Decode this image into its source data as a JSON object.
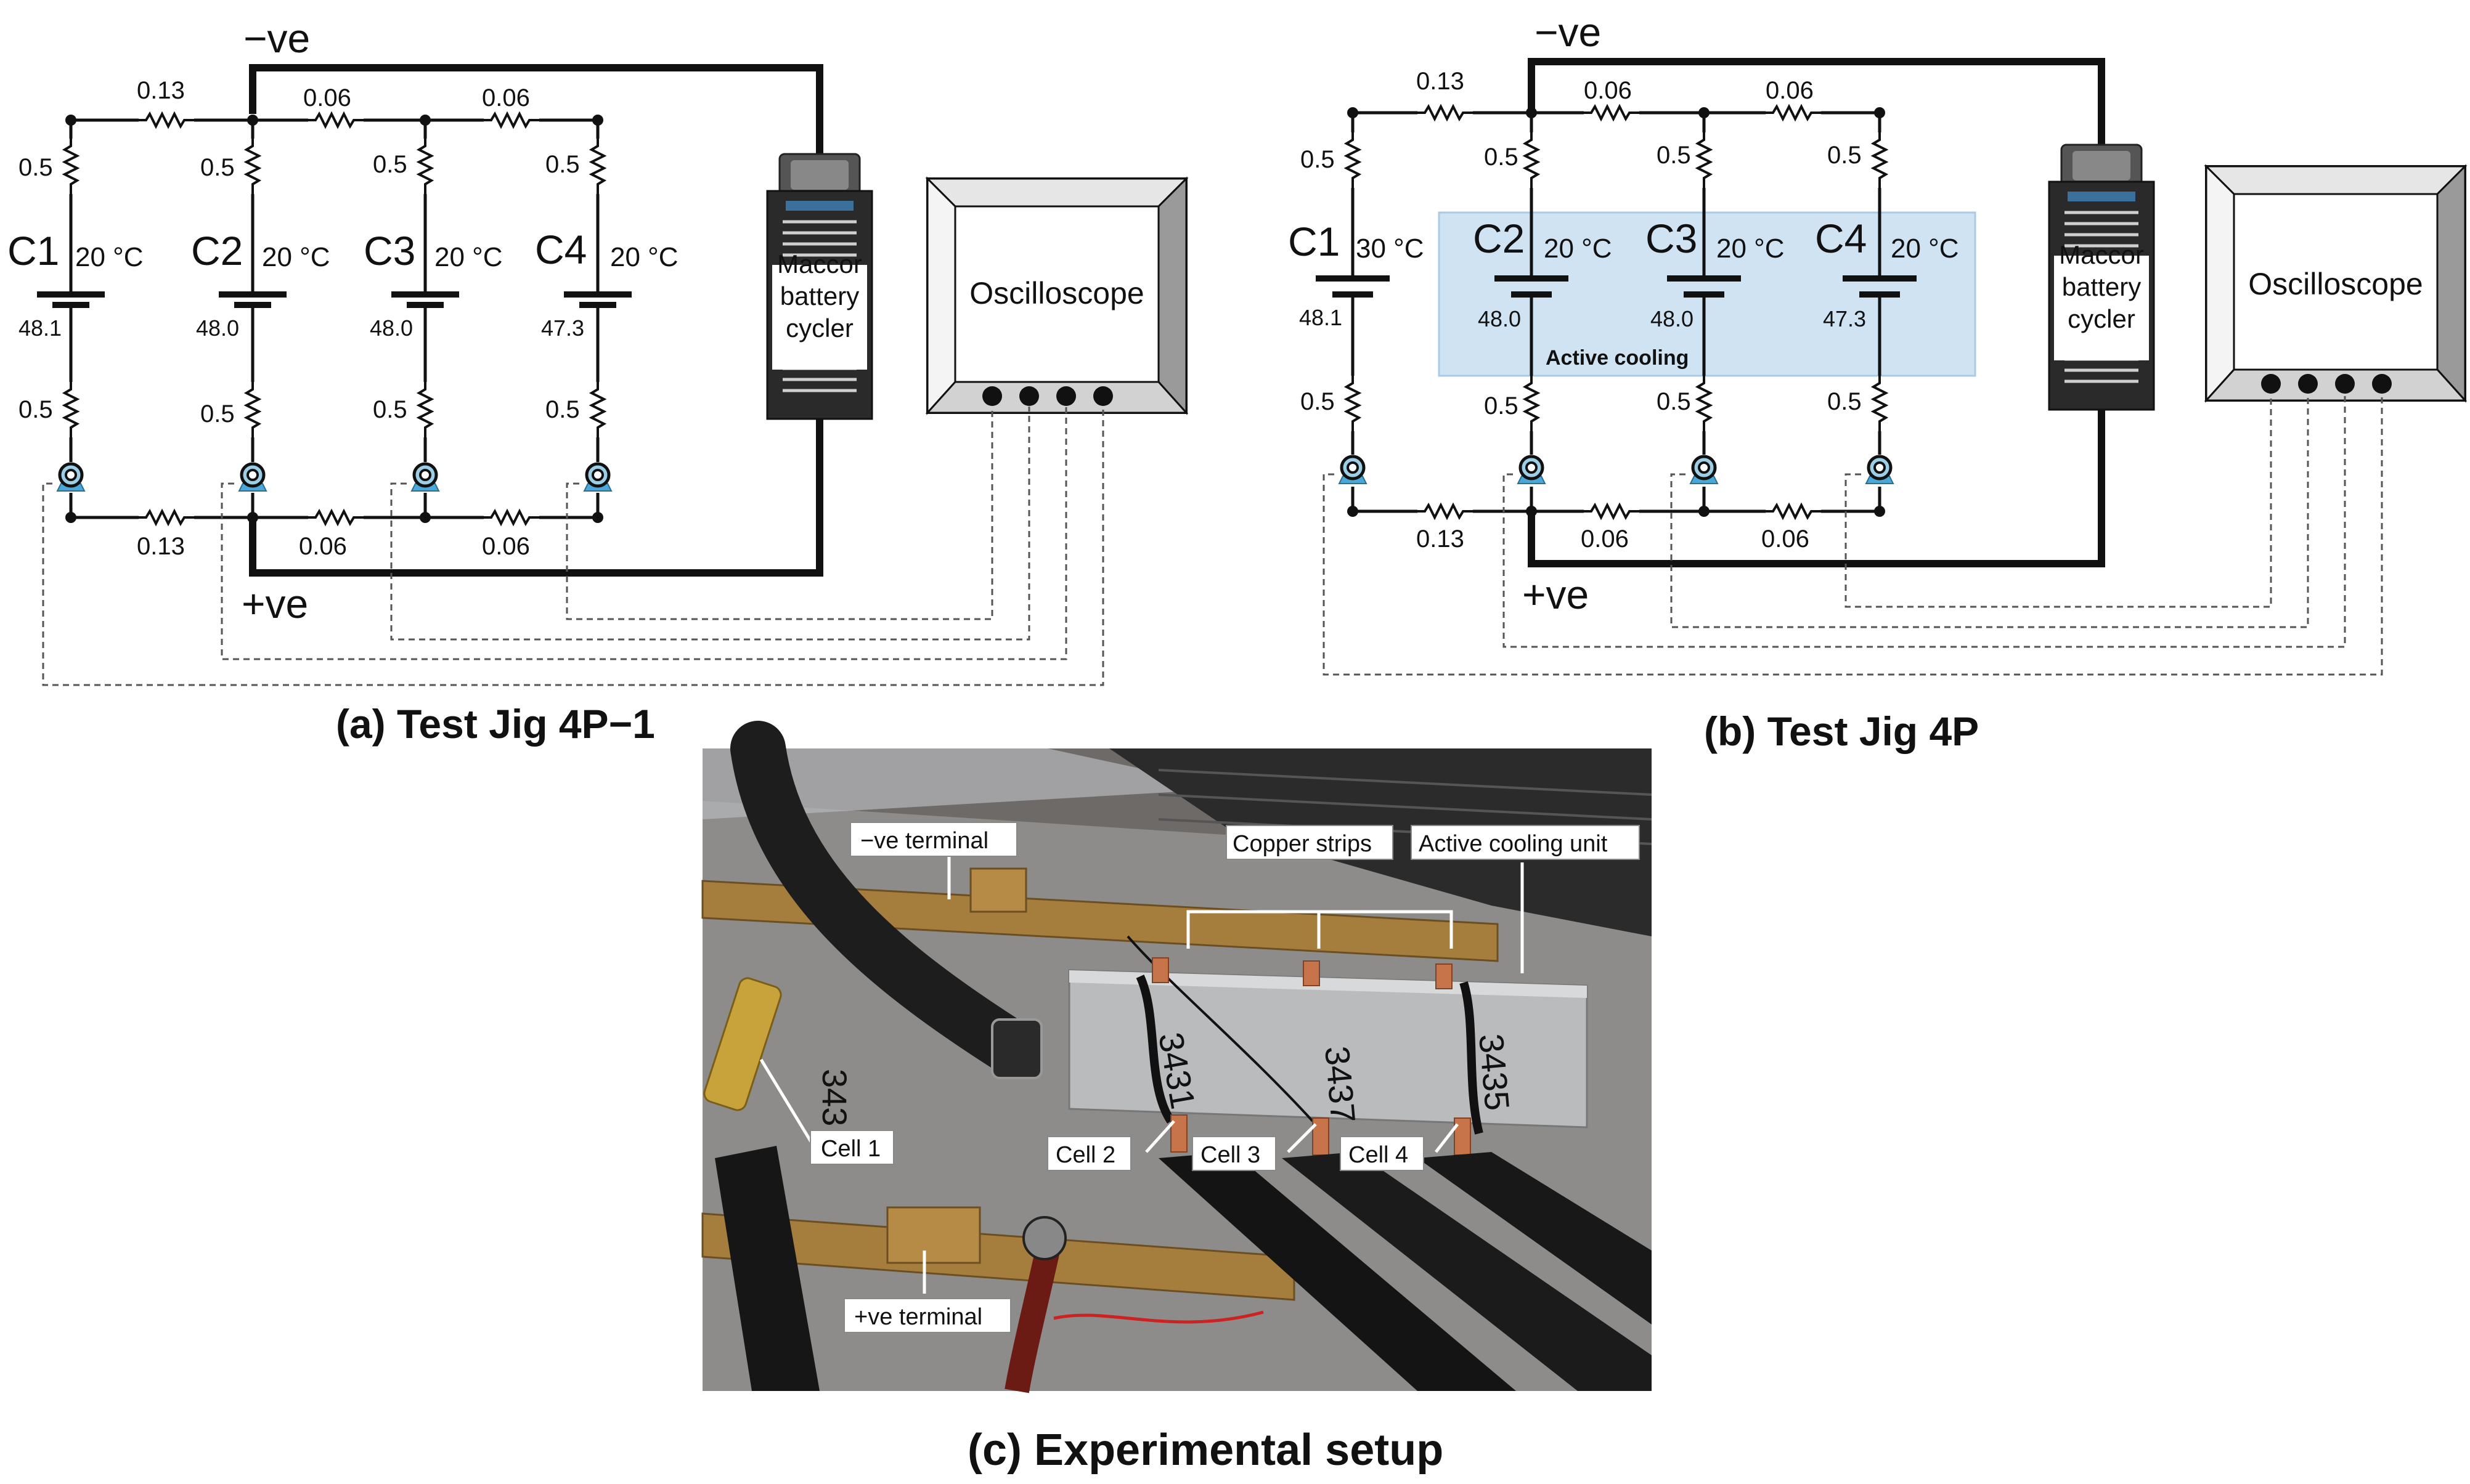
{
  "panel_a": {
    "caption": "(a) Test Jig 4P−1",
    "negative_label": "−ve",
    "positive_label": "+ve",
    "cells": [
      {
        "name": "C1",
        "temp": "20 °C",
        "value": "48.1"
      },
      {
        "name": "C2",
        "temp": "20 °C",
        "value": "48.0"
      },
      {
        "name": "C3",
        "temp": "20 °C",
        "value": "48.0"
      },
      {
        "name": "C4",
        "temp": "20 °C",
        "value": "47.3"
      }
    ],
    "branch_resistance": "0.5",
    "top_resistors": [
      "0.13",
      "0.06",
      "0.06"
    ],
    "bottom_resistors": [
      "0.13",
      "0.06",
      "0.06"
    ],
    "cycler_label": [
      "Maccor",
      "battery",
      "cycler"
    ],
    "oscilloscope_label": "Oscilloscope"
  },
  "panel_b": {
    "caption": "(b) Test Jig 4P",
    "negative_label": "−ve",
    "positive_label": "+ve",
    "cells": [
      {
        "name": "C1",
        "temp": "30 °C",
        "value": "48.1"
      },
      {
        "name": "C2",
        "temp": "20 °C",
        "value": "48.0"
      },
      {
        "name": "C3",
        "temp": "20 °C",
        "value": "48.0"
      },
      {
        "name": "C4",
        "temp": "20 °C",
        "value": "47.3"
      }
    ],
    "branch_resistance": "0.5",
    "top_resistors": [
      "0.13",
      "0.06",
      "0.06"
    ],
    "bottom_resistors": [
      "0.13",
      "0.06",
      "0.06"
    ],
    "active_cooling_label": "Active cooling",
    "cycler_label": [
      "Maccor",
      "battery",
      "cycler"
    ],
    "oscilloscope_label": "Oscilloscope"
  },
  "panel_c": {
    "caption": "(c) Experimental setup",
    "callouts": {
      "neg_terminal": "−ve terminal",
      "copper_strips": "Copper strips",
      "cooling_unit": "Active cooling unit",
      "cell1": "Cell 1",
      "cell2": "Cell 2",
      "cell3": "Cell 3",
      "cell4": "Cell 4",
      "pos_terminal": "+ve terminal"
    },
    "handwritten": [
      "3431",
      "3437",
      "3435",
      "343"
    ]
  },
  "colors": {
    "cooling_fill": "#cfe3f3",
    "sensor_blue": "#4aa8d8"
  }
}
